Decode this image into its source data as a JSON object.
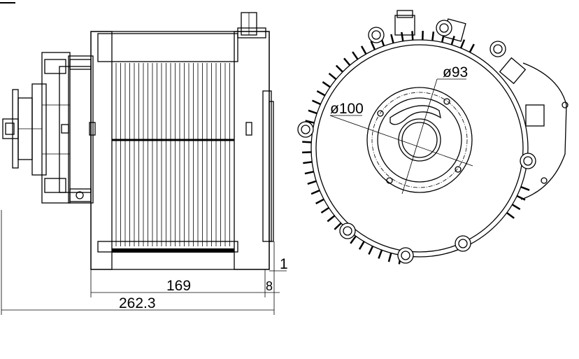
{
  "drawing": {
    "side_view": {
      "dimensions": {
        "body_length": "169",
        "total_length": "262.3",
        "flange_gap": "8",
        "flange_thickness": "1"
      }
    },
    "front_view": {
      "dimensions": {
        "outer_diameter": "ø100",
        "inner_diameter": "ø93"
      }
    },
    "line_color": "#000000",
    "background": "#ffffff"
  }
}
